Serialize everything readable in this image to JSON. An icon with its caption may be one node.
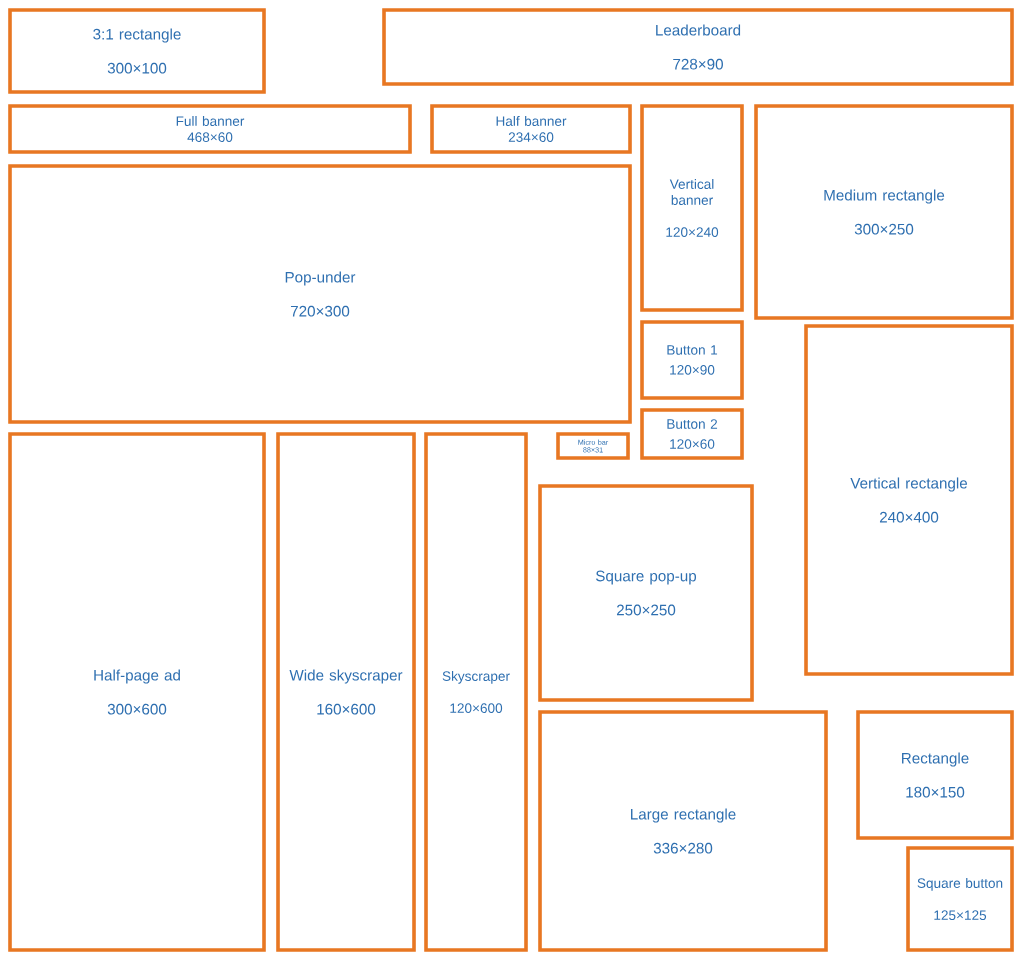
{
  "diagram": {
    "nodes": [
      {
        "text": [
          "3:1 rectangle",
          "300×100"
        ]
      },
      {
        "text": [
          "Leaderboard",
          "728×90"
        ]
      },
      {
        "text": [
          "Full banner",
          "468×60"
        ]
      },
      {
        "text": [
          "Half banner",
          "234×60"
        ]
      },
      {
        "text": [
          "Vertical banner",
          "120×240"
        ]
      },
      {
        "text": [
          "Medium rectangle",
          "300×250"
        ]
      },
      {
        "text": [
          "Pop-under",
          "720×300"
        ]
      },
      {
        "text": [
          "Button 1",
          "120×90"
        ]
      },
      {
        "text": [
          "Vertical rectangle",
          "240×400"
        ]
      },
      {
        "text": [
          "Micro bar",
          "88×31"
        ]
      },
      {
        "text": [
          "Button 2",
          "120×60"
        ]
      },
      {
        "text": [
          "Half-page ad",
          "300×600"
        ]
      },
      {
        "text": [
          "Wide skyscraper",
          "160×600"
        ]
      },
      {
        "text": [
          "Skyscraper",
          "120×600"
        ]
      },
      {
        "text": [
          "Square pop-up",
          "250×250"
        ]
      },
      {
        "text": [
          "Rectangle",
          "180×150"
        ]
      },
      {
        "text": [
          "Large rectangle",
          "336×280"
        ]
      },
      {
        "text": [
          "Square button",
          "125×125"
        ]
      }
    ]
  }
}
